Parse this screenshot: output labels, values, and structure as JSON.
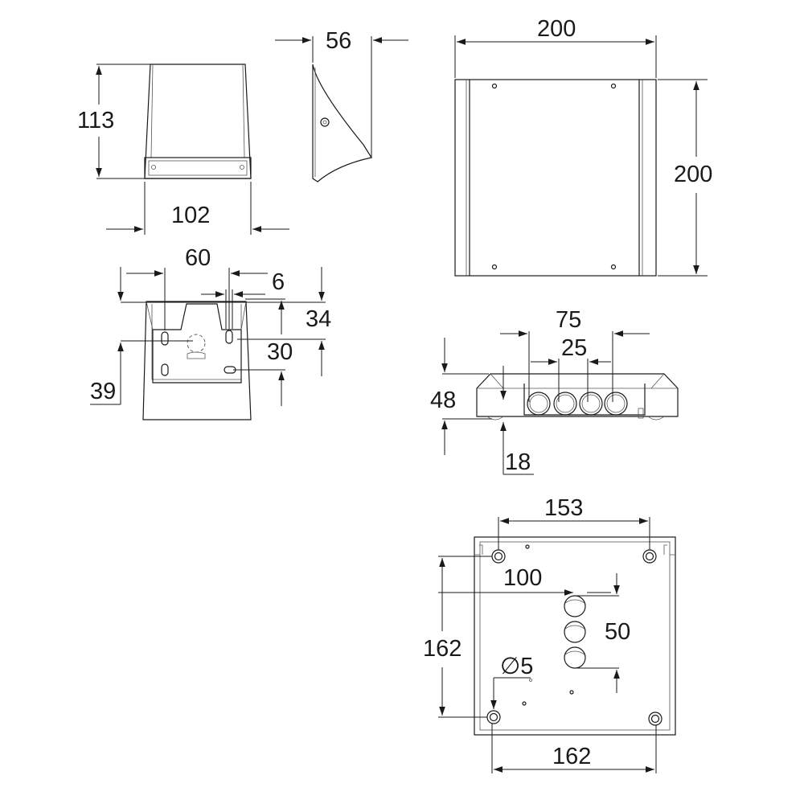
{
  "dimensions": {
    "front_height": "113",
    "front_width": "102",
    "side_depth": "56",
    "top_width": "200",
    "top_height": "200",
    "bracket_holes_spacing": "60",
    "bracket_slot": "6",
    "bracket_height_34": "34",
    "bracket_height_30": "30",
    "bracket_height_39": "39",
    "knockout_span": "75",
    "knockout_pitch": "25",
    "bottom_height": "48",
    "bottom_foot": "18",
    "base_hole_spacing_x": "153",
    "base_offset": "100",
    "base_knockout_span": "50",
    "base_hole_spacing_y": "162",
    "hole_diameter": "∅5",
    "base_width": "162"
  }
}
